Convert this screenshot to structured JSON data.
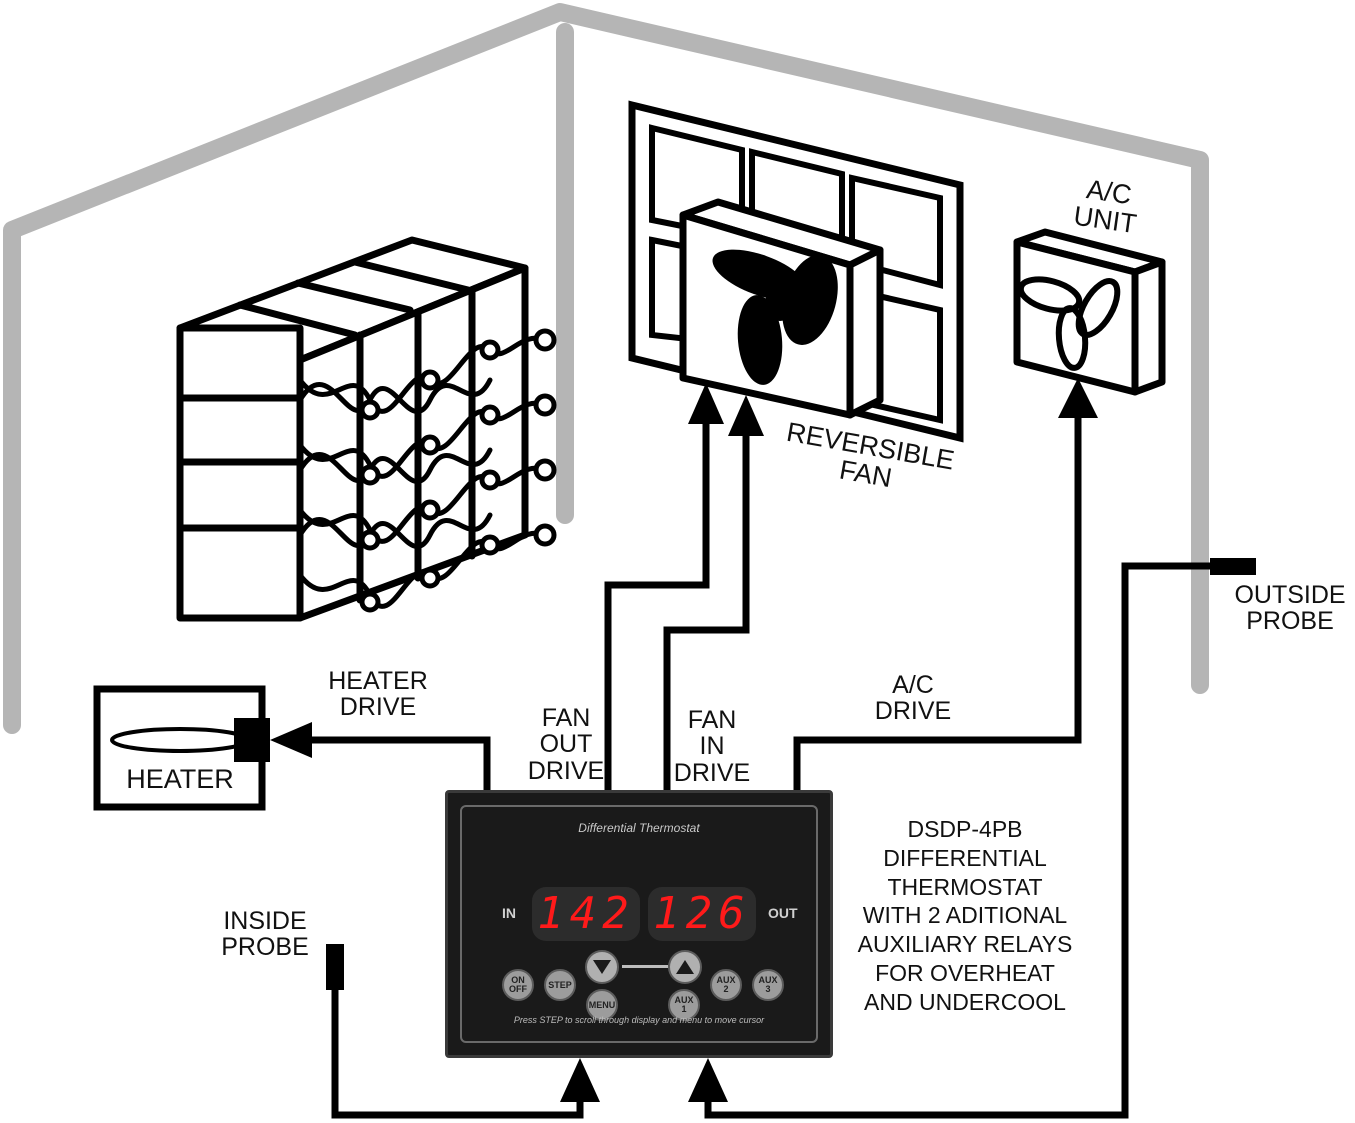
{
  "labels": {
    "ac_unit": "A/C\nUNIT",
    "reversible_fan": "REVERSIBLE\nFAN",
    "outside_probe": "OUTSIDE\nPROBE",
    "heater_drive": "HEATER\nDRIVE",
    "heater": "HEATER",
    "fan_out_drive": "FAN\nOUT\nDRIVE",
    "fan_in_drive": "FAN\nIN\nDRIVE",
    "ac_drive": "A/C\nDRIVE",
    "inside_probe": "INSIDE\nPROBE",
    "description": "DSDP-4PB\nDIFFERENTIAL\nTHERMOSTAT\nWITH 2 ADITIONAL\nAUXILIARY RELAYS\nFOR OVERHEAT\nAND UNDERCOOL"
  },
  "thermostat": {
    "title": "Differential Thermostat",
    "in_label": "IN",
    "out_label": "OUT",
    "in_value": "142",
    "out_value": "126",
    "display_color": "#ff1a1a",
    "buttons": {
      "on_off": "ON\nOFF",
      "step": "STEP",
      "menu": "MENU",
      "aux1": "AUX\n1",
      "aux2": "AUX\n2",
      "aux3": "AUX\n3",
      "down_icon": "arrow-down-icon",
      "up_icon": "arrow-up-icon"
    },
    "footer": "Press STEP to scroll through display and menu to move cursor"
  }
}
